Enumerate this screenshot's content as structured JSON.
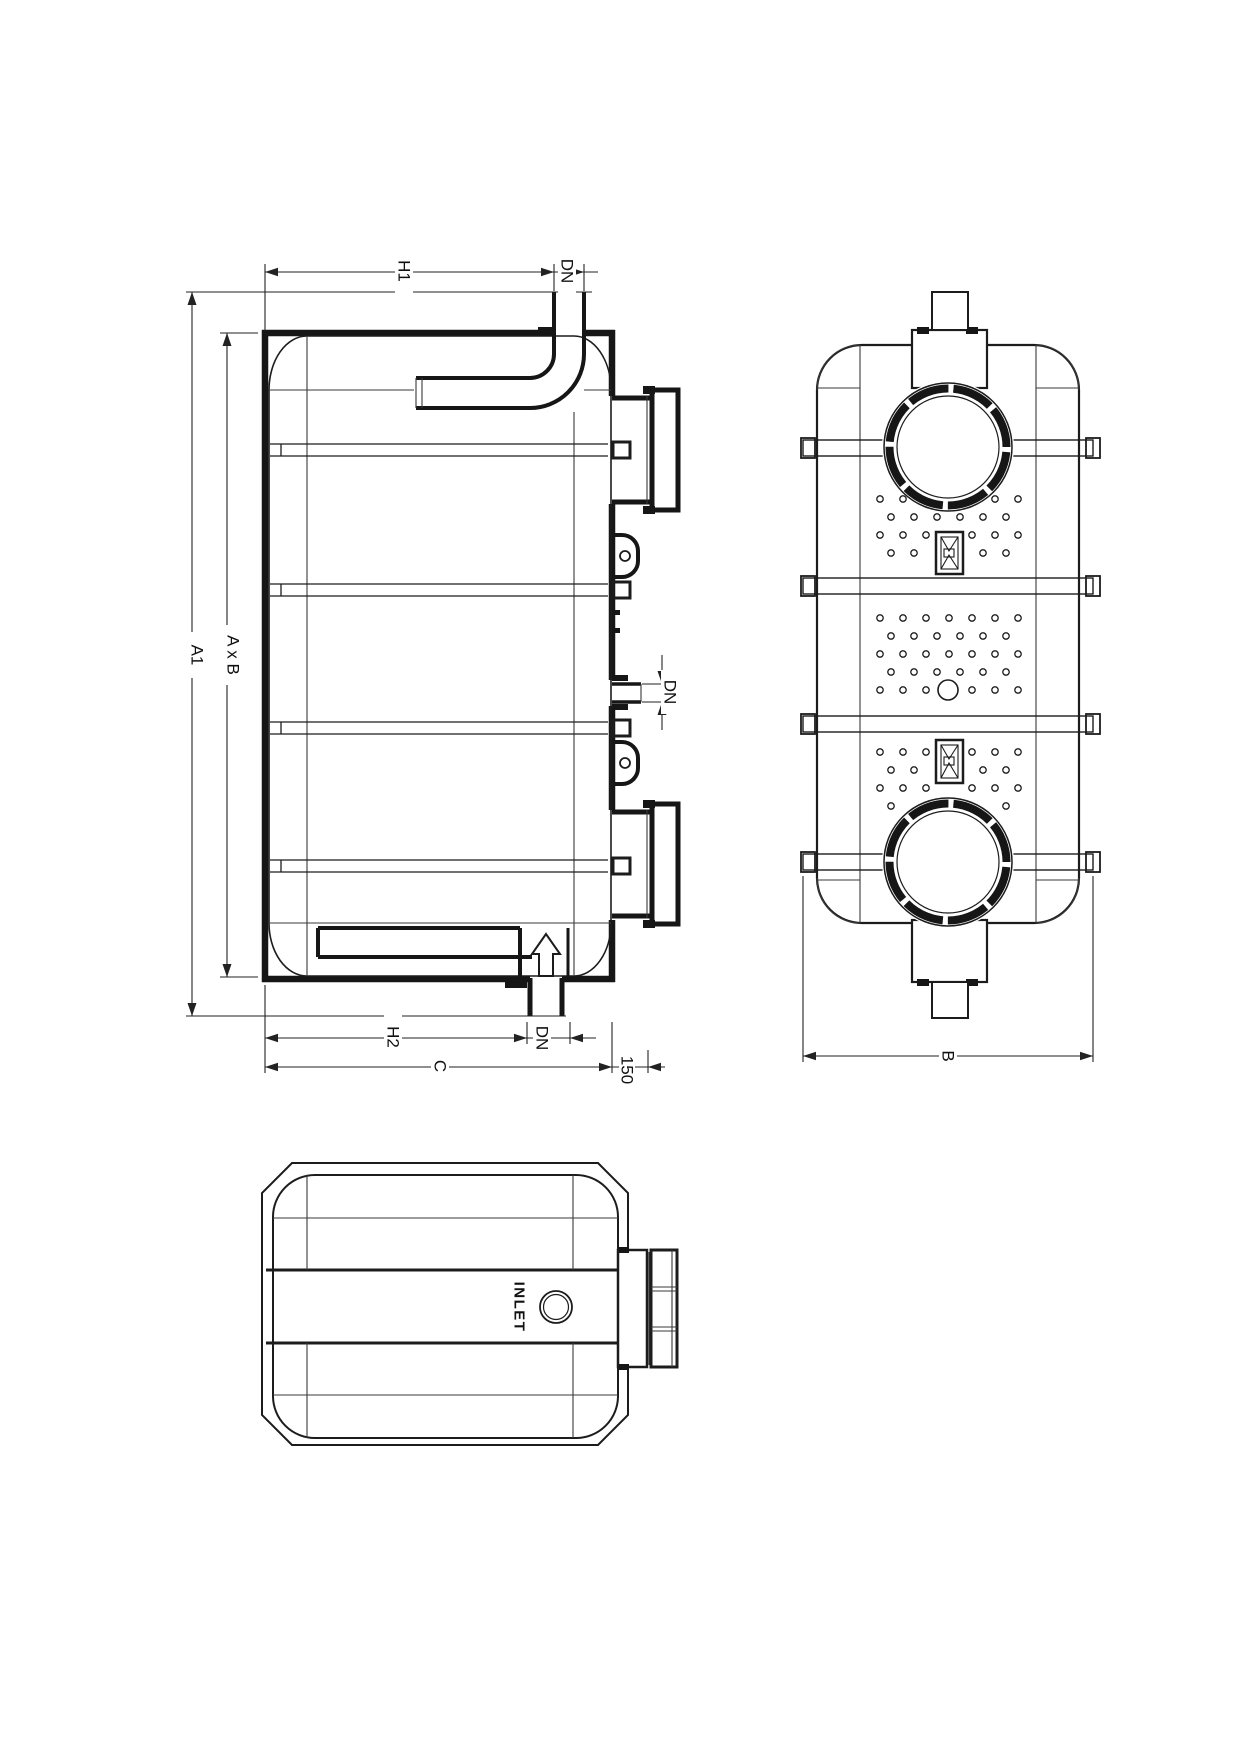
{
  "page": {
    "background": "#ffffff",
    "line_color": "#161616"
  },
  "views": {
    "side": {
      "dims": {
        "h1": "H1",
        "dn_inlet": "DN",
        "a1": "A1",
        "a_x_b": "A x B",
        "h2": "H2",
        "dn_outlet": "DN",
        "c": "C",
        "clearance": "150",
        "dn_vent": "DN"
      }
    },
    "plan": {
      "dims": {
        "b": "B"
      }
    },
    "end": {
      "labels": {
        "inlet": "INLET"
      }
    }
  }
}
